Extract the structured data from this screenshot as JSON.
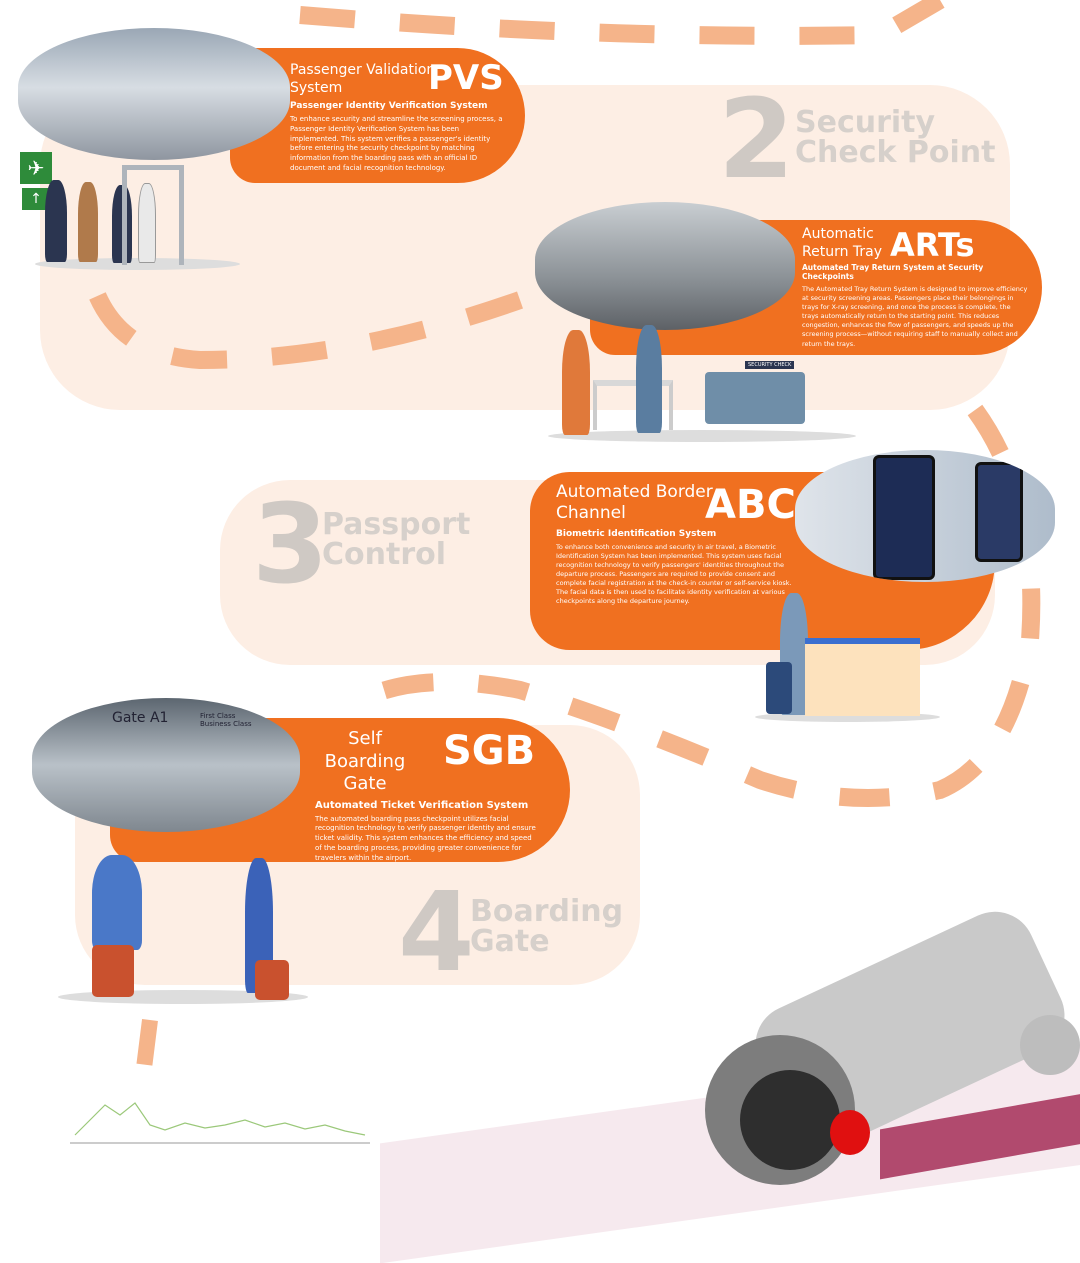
{
  "steps": [
    {
      "number": "2",
      "title_line1": "Security",
      "title_line2": "Check Point"
    },
    {
      "number": "3",
      "title_line1": "Passport",
      "title_line2": "Control"
    },
    {
      "number": "4",
      "title_line1": "Boarding",
      "title_line2": "Gate"
    }
  ],
  "systems": {
    "pvs": {
      "name_line1": "Passenger Validation",
      "name_line2": "System",
      "abbr": "PVS",
      "subtitle": "Passenger Identity Verification System",
      "description": "To enhance security and streamline the screening process, a Passenger Identity Verification System has been implemented. This system verifies a passenger's identity before entering the security checkpoint by matching information from the boarding pass with an official ID document and facial recognition technology."
    },
    "arts": {
      "name_line1": "Automatic",
      "name_line2": "Return Tray",
      "abbr": "ARTs",
      "subtitle": "Automated Tray Return System at Security Checkpoints",
      "description": "The Automated Tray Return System is designed to improve efficiency at security screening areas. Passengers place their belongings in trays for X-ray screening, and once the process is complete, the trays automatically return to the starting point. This reduces congestion, enhances the flow of passengers, and speeds up the screening process—without requiring staff to manually collect and return the trays."
    },
    "abc": {
      "name_line1": "Automated Border",
      "name_line2": "Channel",
      "abbr": "ABC",
      "subtitle": "Biometric Identification System",
      "description": "To enhance both convenience and security in air travel, a Biometric Identification System has been implemented. This system uses facial recognition technology to verify passengers' identities throughout the departure process. Passengers are required to provide consent and complete facial registration at the check-in counter or self-service kiosk. The facial data is then used to facilitate identity verification at various checkpoints along the departure journey."
    },
    "sgb": {
      "name_line1": "Self Boarding",
      "name_line2": "Gate",
      "abbr": "SGB",
      "subtitle": "Automated Ticket Verification System",
      "description": "The automated boarding pass checkpoint utilizes facial recognition technology to verify passenger identity and ensure ticket validity. This system enhances the efficiency and speed of the boarding process, providing greater convenience for travelers within the airport."
    }
  },
  "signs": {
    "security_check": "SECURITY CHECK",
    "gate": "Gate A1",
    "first_class": "First Class",
    "business_class": "Business Class"
  },
  "colors": {
    "orange": "#f07020",
    "path": "#f5b48a",
    "panel": "#fdeee4",
    "number": "#cfc9c4"
  }
}
